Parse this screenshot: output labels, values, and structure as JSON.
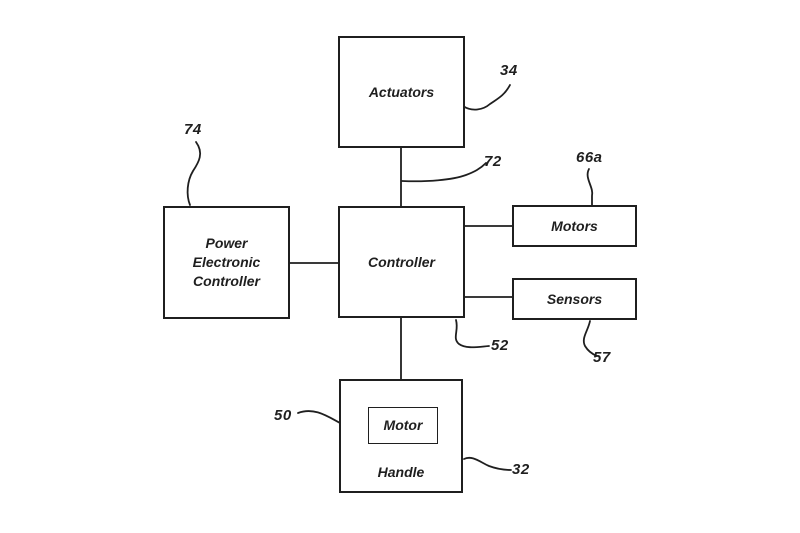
{
  "figure": {
    "type": "block-diagram",
    "boxes": {
      "actuators": {
        "label": "Actuators",
        "ref": "34"
      },
      "power_electronic_controller": {
        "label": "Power Electronic Controller",
        "ref": "74"
      },
      "controller": {
        "label": "Controller",
        "ref": "52"
      },
      "motors": {
        "label": "Motors",
        "ref": "66a"
      },
      "sensors": {
        "label": "Sensors",
        "ref": "57"
      },
      "motor": {
        "label": "Motor",
        "ref": "50"
      },
      "handle": {
        "label": "Handle",
        "ref": "32"
      }
    },
    "links": {
      "actuators_controller": {
        "ref": "72"
      }
    },
    "colors": {
      "line": "#1f1f1f",
      "text": "#1f1f1f",
      "background": "#ffffff"
    }
  }
}
